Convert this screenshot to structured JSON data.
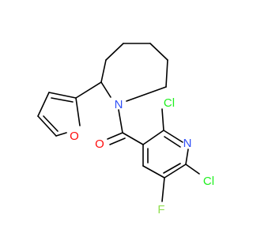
{
  "structure": {
    "atoms": [
      {
        "id": "o_furan",
        "symbol": "O",
        "color": "#ff0d0d"
      },
      {
        "id": "n_ring",
        "symbol": "N",
        "color": "#3050f8"
      },
      {
        "id": "o_carbonyl",
        "symbol": "O",
        "color": "#ff0d0d"
      },
      {
        "id": "cl_top",
        "symbol": "Cl",
        "color": "#1ff01f"
      },
      {
        "id": "n_pyridine",
        "symbol": "N",
        "color": "#3050f8"
      },
      {
        "id": "cl_bottom",
        "symbol": "Cl",
        "color": "#1ff01f"
      },
      {
        "id": "f",
        "symbol": "F",
        "color": "#90e050"
      }
    ],
    "bond_color": "#000000"
  }
}
